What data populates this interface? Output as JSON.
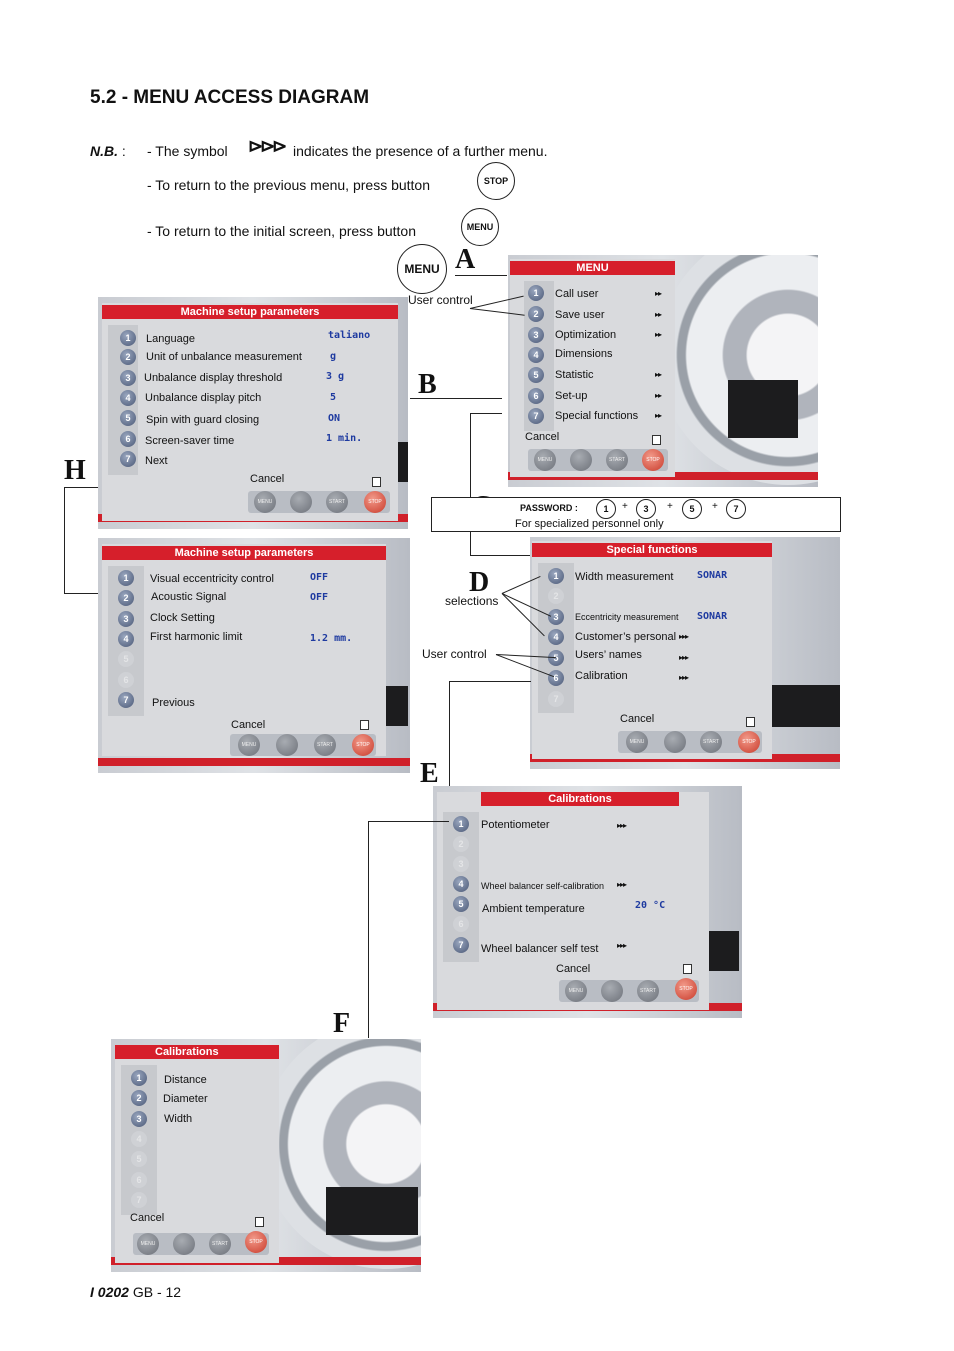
{
  "title": "5.2 - MENU ACCESS DIAGRAM",
  "notes": {
    "nb_label": "N.B.",
    "nb_colon": ":",
    "line1_a": "- The symbol",
    "line1_symbol": "⊳⊳⊳",
    "line1_b": "indicates the presence of a further menu.",
    "line2": "- To return to the previous menu, press button",
    "line3": "- To return to the initial screen, press button",
    "stop_label": "STOP",
    "menu_label": "MENU"
  },
  "letters": [
    "A",
    "B",
    "C",
    "D",
    "E",
    "F",
    "H"
  ],
  "labels": {
    "user_control": "User control",
    "selections": "selections",
    "password": "PASSWORD :",
    "specialized": "For specialized personnel only",
    "plus": "+",
    "pwd_digits": [
      "1",
      "3",
      "5",
      "7"
    ]
  },
  "common": {
    "cancel": "Cancel",
    "menu_btn": "MENU",
    "start_btn": "START",
    "stop_btn": "STOP",
    "arrows": "▸▸▸"
  },
  "screens": {
    "menu": {
      "header": "MENU",
      "items": [
        "Call user",
        "Save user",
        "Optimization",
        "Dimensions",
        "Statistic",
        "Set-up",
        "Special functions"
      ]
    },
    "setup1": {
      "header": "Machine  setup parameters",
      "items": [
        "Language",
        "Unit of unbalance measurement",
        "Unbalance display threshold",
        "Unbalance display pitch",
        "Spin with guard closing",
        "Screen-saver time",
        "Next"
      ],
      "values": [
        "taliano",
        "g",
        "3  g",
        "5",
        "ON",
        "1 min."
      ]
    },
    "setup2": {
      "header": "Machine  setup parameters",
      "items": [
        "Visual eccentricity control",
        "Acoustic Signal",
        "Clock Setting",
        "First harmonic limit",
        "Previous"
      ],
      "values": [
        "OFF",
        "OFF",
        "1.2  mm."
      ]
    },
    "special": {
      "header": "Special functions",
      "items": [
        "Width measurement",
        "Eccentricity measurement",
        "Customer’s personal",
        "Users’ names",
        "Calibration"
      ],
      "values": [
        "SONAR",
        "SONAR"
      ]
    },
    "calib1": {
      "header": "Calibrations",
      "items": [
        "Potentiometer",
        "Wheel balancer self-calibration",
        "Ambient temperature",
        "Wheel balancer self test"
      ],
      "values": [
        "20 °C"
      ]
    },
    "calib2": {
      "header": "Calibrations",
      "items": [
        "Distance",
        "Diameter",
        "Width"
      ]
    }
  },
  "footer": {
    "code": "I 0202",
    "page": "GB - 12"
  }
}
